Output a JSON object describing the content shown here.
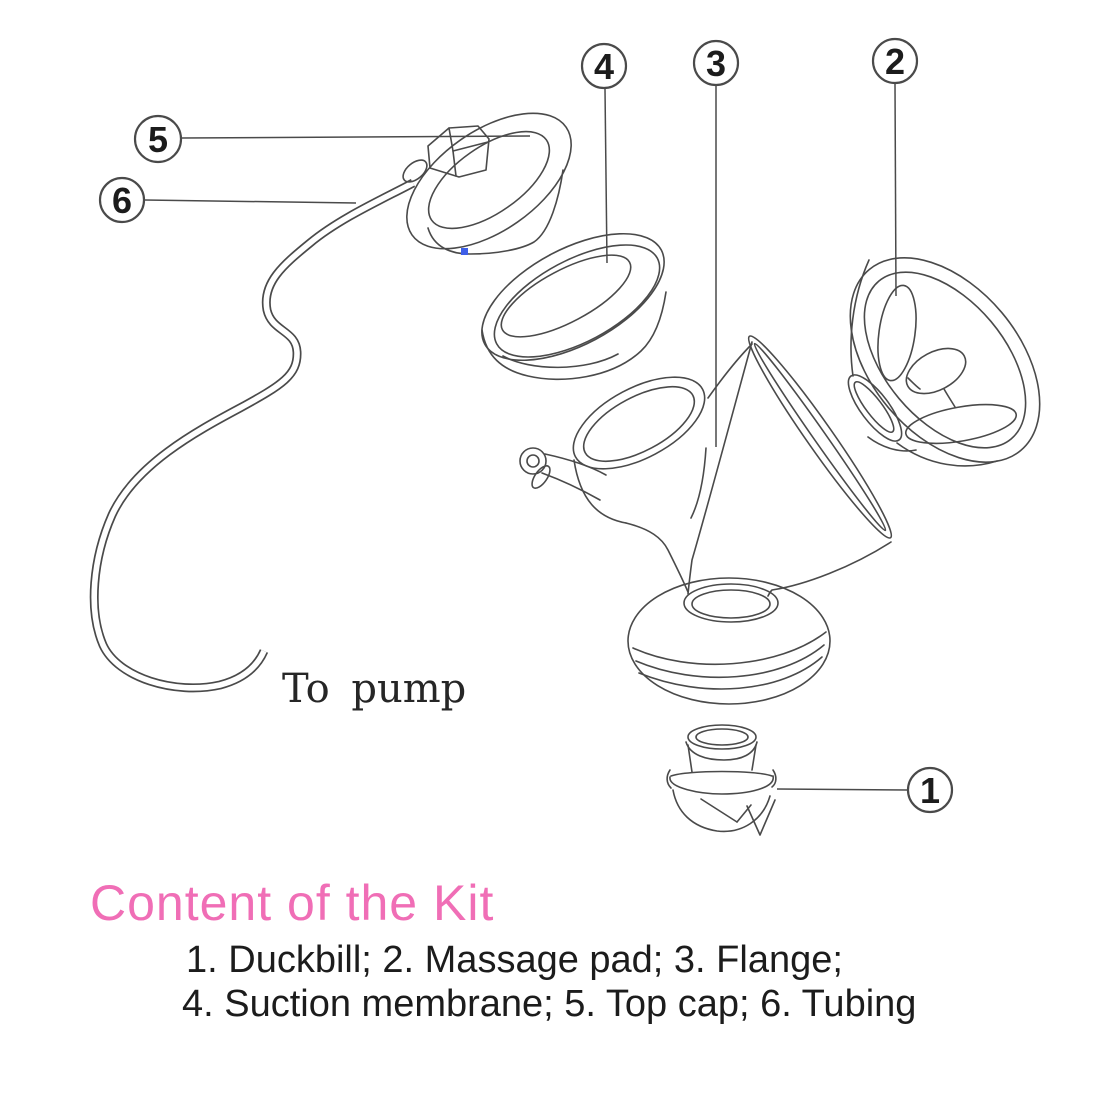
{
  "colors": {
    "line_art": "#4a4a4a",
    "heading_pink": "#f06eb6",
    "body_text": "#1c1c1c",
    "blue_mark": "#3e5fe8",
    "background": "#ffffff"
  },
  "diagram": {
    "tube_label": "To pump",
    "callouts": [
      {
        "num": "1",
        "part": "Duckbill"
      },
      {
        "num": "2",
        "part": "Massage pad"
      },
      {
        "num": "3",
        "part": "Flange"
      },
      {
        "num": "4",
        "part": "Suction membrane"
      },
      {
        "num": "5",
        "part": "Top cap"
      },
      {
        "num": "6",
        "part": "Tubing"
      }
    ]
  },
  "title_section": {
    "heading": "Content of the Kit",
    "list_line1": "1. Duckbill; 2. Massage pad; 3. Flange;",
    "list_line2": "4. Suction membrane; 5. Top cap; 6. Tubing"
  }
}
